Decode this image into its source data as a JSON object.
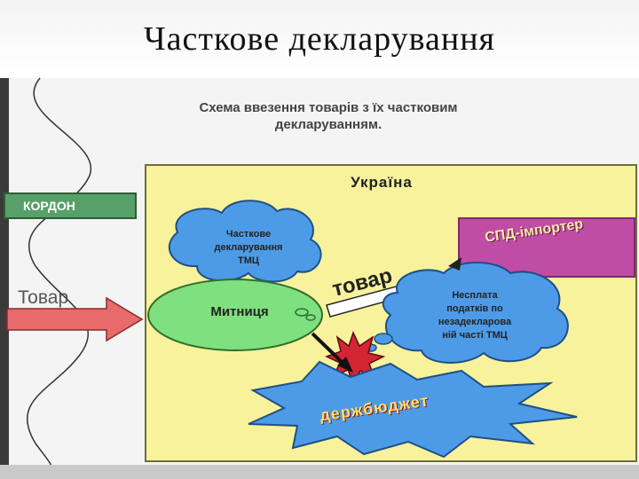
{
  "slide": {
    "title": "Часткове декларування"
  },
  "scheme": {
    "heading_line1": "Схема ввезення товарів з їх частковим",
    "heading_line2": "декларуванням.",
    "country": "Україна",
    "border": "КОРДОН",
    "goods_left": "Товар",
    "goods_arrow": "товар",
    "partial_declaration": [
      "Часткове",
      "декларування",
      "ТМЦ"
    ],
    "customs": "Митниця",
    "non_payment": [
      "Несплата",
      "податків по",
      "незадекларова",
      "ній часті ТМЦ"
    ],
    "importer": "СПД-імпортер",
    "budget": "держбюджет"
  },
  "colors": {
    "country_fill": "#f7f29b",
    "border_fill": "#57a069",
    "cloud_fill": "#4d9be6",
    "customs_fill": "#7fe07f",
    "importer_fill": "#c04da5",
    "budget_fill": "#4d9be6",
    "arrow_red": "#e86b6b",
    "burst_red": "#d42535"
  }
}
